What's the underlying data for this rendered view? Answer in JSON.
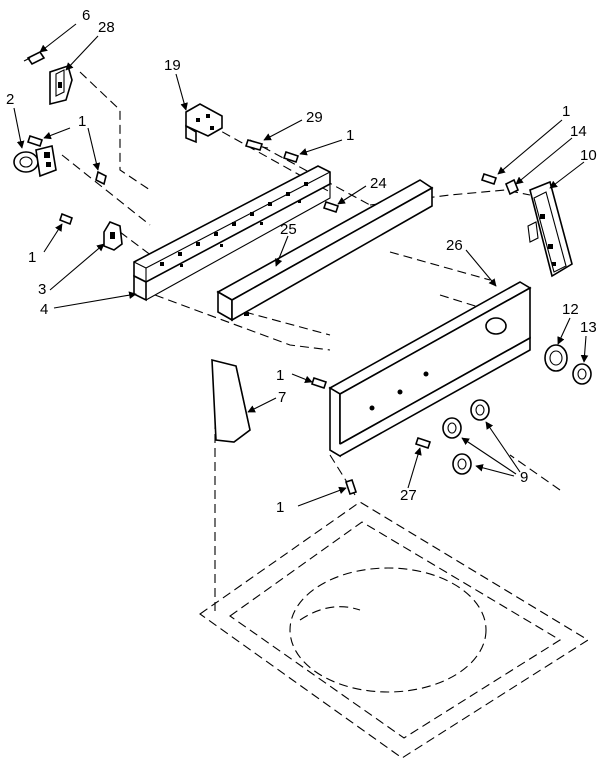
{
  "callouts": {
    "c1a": "6",
    "c2": "28",
    "c3": "2",
    "c4": "1",
    "c5": "19",
    "c6": "29",
    "c7": "1",
    "c8": "1",
    "c9": "14",
    "c10": "10",
    "c11": "24",
    "c12": "1",
    "c13": "3",
    "c14": "25",
    "c15": "4",
    "c16": "26",
    "c17": "12",
    "c18": "13",
    "c19": "1",
    "c20": "7",
    "c21": "9",
    "c22": "27",
    "c23": "1"
  }
}
